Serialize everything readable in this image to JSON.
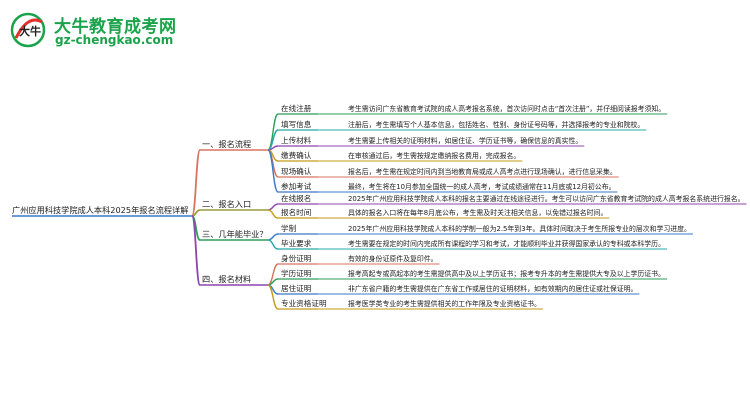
{
  "logo": {
    "title": "大牛教育成考网",
    "url": "gz-chengkao.com",
    "mark_text": "大牛",
    "brand_color": "#1aa34a",
    "accent_color": "#e0312d"
  },
  "mindmap": {
    "root": "广州应用科技学院成人本科2025年报名流程详解",
    "root_color": "#3a78c8",
    "branches": [
      {
        "label": "一、报名流程",
        "color": "#d7735e",
        "children": [
          {
            "label": "在线注册",
            "color": "#2e9e58",
            "detail": "考生需访问广东省教育考试院的成人高考报名系统，首次访问时点击“首次注册”，并仔细阅读报考须知。"
          },
          {
            "label": "填写信息",
            "color": "#27a8a8",
            "detail": "注册后，考生需填写个人基本信息，包括姓名、性别、身份证号码等，并选择报考的专业和院校。"
          },
          {
            "label": "上传材料",
            "color": "#8e44ad",
            "detail": "考生需要上传相关的证明材料，如居住证、学历证书等，确保信息的真实性。"
          },
          {
            "label": "缴费确认",
            "color": "#c49a1a",
            "detail": "在审核通过后，考生需按规定缴纳报名费用，完成报名。"
          },
          {
            "label": "现场确认",
            "color": "#d7735e",
            "detail": "报名后，考生需在规定时间内到当地教育局或成人高考点进行现场确认，进行信息采集。"
          },
          {
            "label": "参加考试",
            "color": "#3a78c8",
            "detail": "最终，考生将在10月参加全国统一的成人高考，考试成绩通常在11月底或12月初公布。"
          }
        ]
      },
      {
        "label": "二、报名入口",
        "color": "#9a9a3a",
        "children": [
          {
            "label": "在线报名",
            "color": "#8e44ad",
            "detail": "2025年广州应用科技学院成人本科的报名主要通过在线途径进行。考生可以访问广东省教育考试院的成人高考报名系统进行报名。"
          },
          {
            "label": "报名时间",
            "color": "#c49a1a",
            "detail": "具体的报名入口将在每年8月底公布，考生需及时关注相关信息，以免错过报名时间。"
          }
        ]
      },
      {
        "label": "三、几年能毕业？",
        "color": "#2e9e58",
        "children": [
          {
            "label": "学制",
            "color": "#3a78c8",
            "detail": "2025年广州应用科技学院成人本科的学制一般为2.5年到3年。具体时间取决于考生所报专业的层次和学习进度。"
          },
          {
            "label": "毕业要求",
            "color": "#27a8a8",
            "detail": "考生需要在规定的时间内完成所有课程的学习和考试，才能顺利毕业并获得国家承认的专科或本科学历。"
          }
        ]
      },
      {
        "label": "四、报名材料",
        "color": "#8e44ad",
        "children": [
          {
            "label": "身份证明",
            "color": "#d7735e",
            "detail": "有效的身份证原件及复印件。"
          },
          {
            "label": "学历证明",
            "color": "#2e9e58",
            "detail": "报考高起专或高起本的考生需提供高中及以上学历证书；报考专升本的考生需提供大专及以上学历证书。"
          },
          {
            "label": "居住证明",
            "color": "#3a78c8",
            "detail": "非广东省户籍的考生需提供在广东省工作或居住的证明材料，如有效期内的居住证或社保证明。"
          },
          {
            "label": "专业资格证明",
            "color": "#c49a1a",
            "detail": "报考医学类专业的考生需提供相关的工作年限及专业资格证书。"
          }
        ]
      }
    ]
  }
}
